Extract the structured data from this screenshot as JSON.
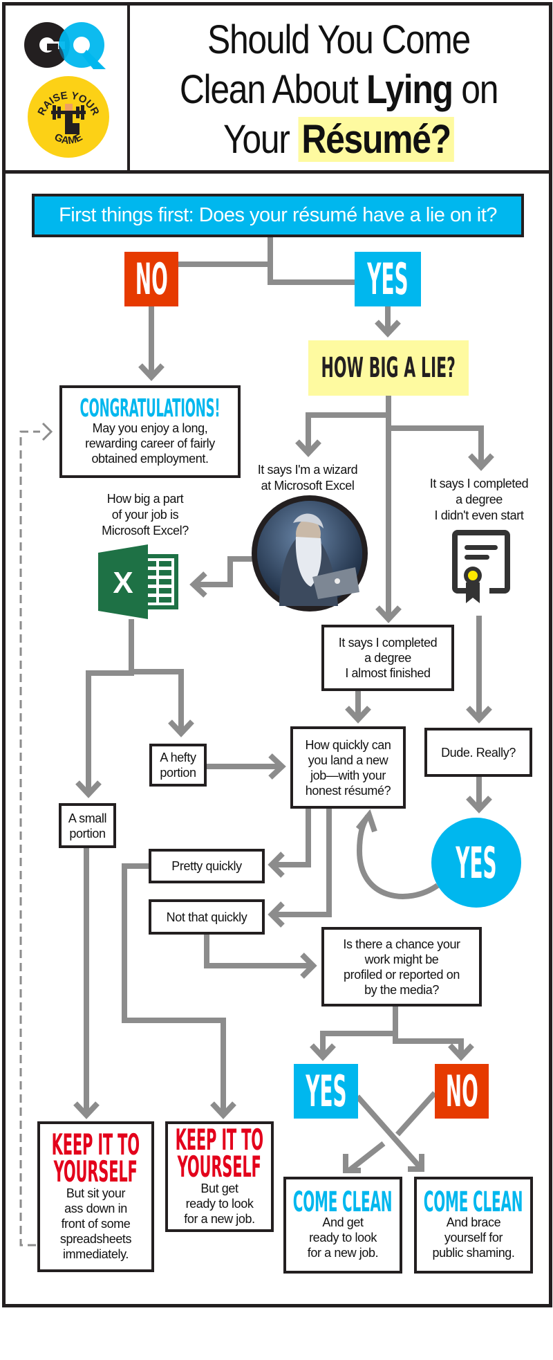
{
  "header": {
    "logo_text": "GQ",
    "badge": {
      "top_text": "RAISE YOUR",
      "bottom_text": "GAME"
    },
    "title_line1": "Should You Come",
    "title_line2_pre": "Clean About ",
    "title_line2_bold": "Lying",
    "title_line2_post": " on",
    "title_line3_pre": "Your ",
    "title_line3_bold": "Résumé?"
  },
  "colors": {
    "blue": "#00b7ee",
    "red": "#e63a00",
    "yellow": "#fefaa0",
    "line": "#8c8c8c",
    "ink": "#231f20",
    "keep_red": "#e3001b",
    "excel_green": "#1e7145"
  },
  "flow": {
    "question": "First things first: Does your résumé have a lie on it?",
    "no": "NO",
    "yes": "YES",
    "how_big": "HOW BIG A LIE?",
    "congrats": {
      "heading": "CONGRATULATIONS!",
      "lines": [
        "May you enjoy a long,",
        "rewarding career of fairly",
        "obtained employment."
      ]
    },
    "wizard": {
      "lines": [
        "It says I'm a wizard",
        "at Microsoft Excel"
      ]
    },
    "didnt_start": {
      "lines": [
        "It says I completed",
        "a degree",
        "I didn't even start"
      ]
    },
    "excel_q": {
      "lines": [
        "How big a part",
        "of your job is",
        "Microsoft Excel?"
      ]
    },
    "almost": {
      "lines": [
        "It says I completed",
        "a degree",
        "I almost finished"
      ]
    },
    "hefty": {
      "lines": [
        "A hefty",
        "portion"
      ]
    },
    "quickly_q": {
      "lines": [
        "How quickly can",
        "you land a new",
        "job—with your",
        "honest résumé?"
      ]
    },
    "dude": "Dude. Really?",
    "dude_yes": "YES",
    "small": {
      "lines": [
        "A small",
        "portion"
      ]
    },
    "pretty_quickly": "Pretty quickly",
    "not_quickly": "Not that quickly",
    "media_q": {
      "lines": [
        "Is there a chance your",
        "work might be",
        "profiled or reported on",
        "by the media?"
      ]
    },
    "media_yes": "YES",
    "media_no": "NO",
    "keep1": {
      "heading1": "KEEP IT TO",
      "heading2": "YOURSELF",
      "lines": [
        "But sit your",
        "ass down in",
        "front of some",
        "spreadsheets",
        "immediately."
      ]
    },
    "keep2": {
      "heading1": "KEEP IT TO",
      "heading2": "YOURSELF",
      "lines": [
        "But get",
        "ready to look",
        "for a new job."
      ]
    },
    "clean1": {
      "heading": "COME CLEAN",
      "lines": [
        "And get",
        "ready to look",
        "for a new job."
      ]
    },
    "clean2": {
      "heading": "COME CLEAN",
      "lines": [
        "And brace",
        "yourself for",
        "public shaming."
      ]
    }
  }
}
